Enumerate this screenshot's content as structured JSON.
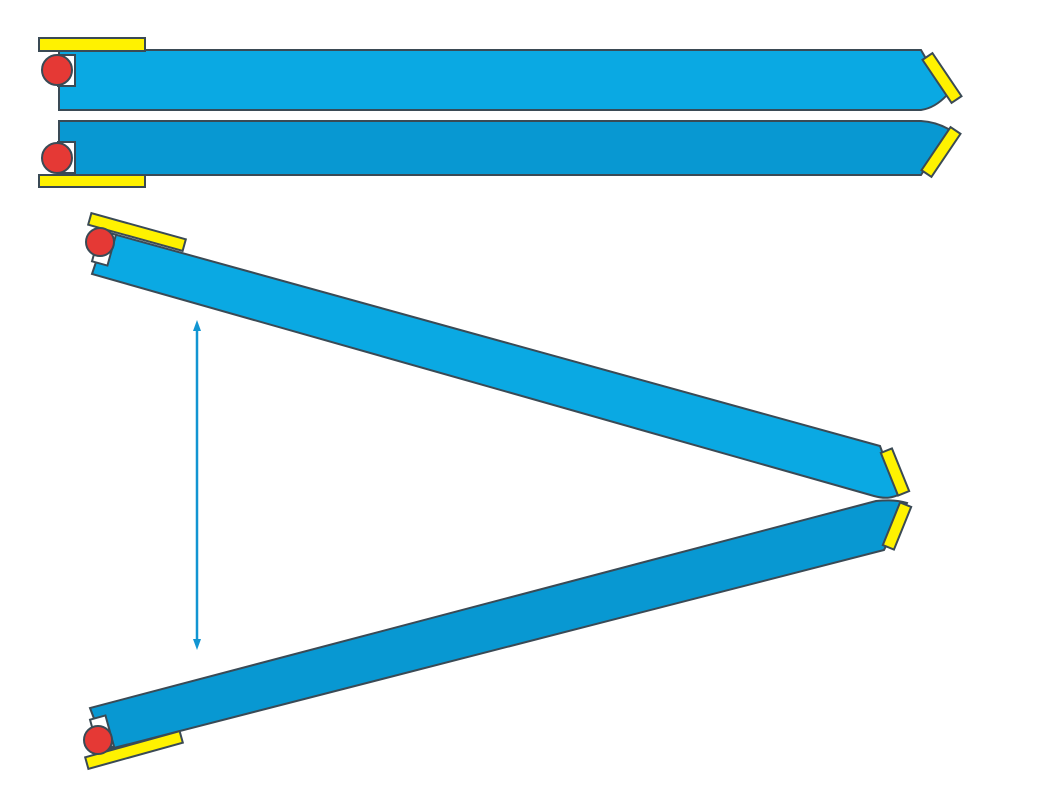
{
  "diagram": {
    "colors": {
      "background": "#ffffff",
      "panel_light": "#0aa9e3",
      "panel_dark": "#0898d2",
      "hinge": "#e53935",
      "pad": "#fff200",
      "outline": "#3a4a55",
      "arrow": "#1195d2"
    },
    "closed_state": {
      "panels": [
        "upper-panel",
        "lower-panel"
      ]
    },
    "open_state": {
      "panels": [
        "upper-panel",
        "lower-panel"
      ],
      "indicator": "opening-distance-arrow"
    }
  }
}
